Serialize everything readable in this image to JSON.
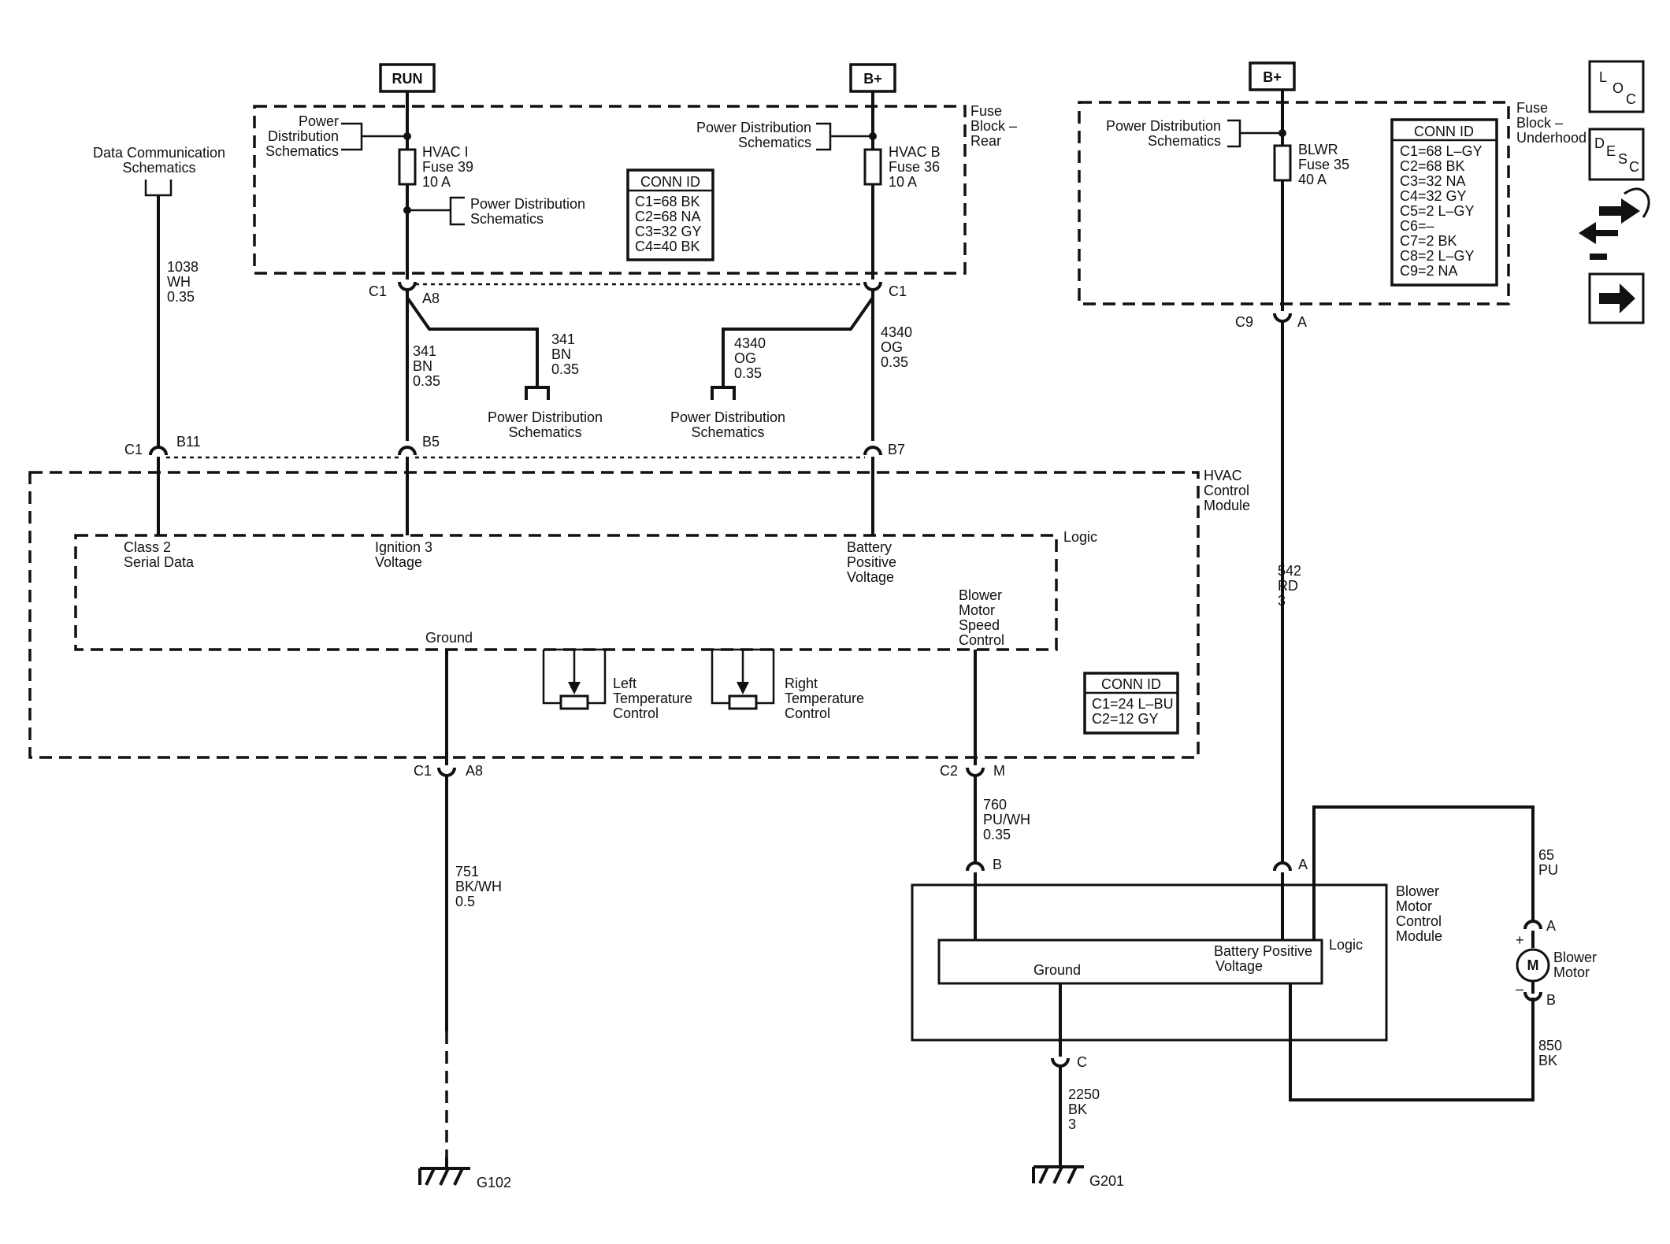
{
  "sources": {
    "run": "RUN",
    "bplus_rear": "B+",
    "bplus_underhood": "B+"
  },
  "fuse_block_rear": {
    "title_lines": [
      "Fuse",
      "Block –",
      "Rear"
    ],
    "pd_label_left": [
      "Power",
      "Distribution",
      "Schematics"
    ],
    "pd_label_mid": [
      "Power Distribution",
      "Schematics"
    ],
    "pd_label_right": [
      "Power Distribution",
      "Schematics"
    ],
    "fuse_left": [
      "HVAC I",
      "Fuse 39",
      "10 A"
    ],
    "fuse_right": [
      "HVAC B",
      "Fuse 36",
      "10 A"
    ],
    "conn_id": {
      "title": "CONN ID",
      "entries": [
        "C1=68 BK",
        "C2=68 NA",
        "C3=32 GY",
        "C4=40 BK"
      ]
    }
  },
  "fuse_block_underhood": {
    "title_lines": [
      "Fuse",
      "Block –",
      "Underhood"
    ],
    "pd_label": [
      "Power Distribution",
      "Schematics"
    ],
    "fuse": [
      "BLWR",
      "Fuse 35",
      "40 A"
    ],
    "conn_id": {
      "title": "CONN ID",
      "entries": [
        "C1=68 L–GY",
        "C2=68 BK",
        "C3=32 NA",
        "C4=32 GY",
        "C5=2 L–GY",
        "C6=–",
        "C7=2 BK",
        "C8=2 L–GY",
        "C9=2 NA"
      ]
    }
  },
  "data_comm": {
    "label": [
      "Data Communication",
      "Schematics"
    ],
    "wire": [
      "1038",
      "WH",
      "0.35"
    ]
  },
  "wires": {
    "w341_main": [
      "341",
      "BN",
      "0.35"
    ],
    "w341_branch": [
      "341",
      "BN",
      "0.35"
    ],
    "w4340_main": [
      "4340",
      "OG",
      "0.35"
    ],
    "w4340_branch": [
      "4340",
      "OG",
      "0.35"
    ],
    "w542": [
      "542",
      "RD",
      "3"
    ],
    "w751": [
      "751",
      "BK/WH",
      "0.5"
    ],
    "w760": [
      "760",
      "PU/WH",
      "0.35"
    ],
    "w65": [
      "65",
      "PU"
    ],
    "w850": [
      "850",
      "BK"
    ],
    "w2250": [
      "2250",
      "BK",
      "3"
    ]
  },
  "branch_labels": {
    "pd_341": [
      "Power Distribution",
      "Schematics"
    ],
    "pd_4340": [
      "Power Distribution",
      "Schematics"
    ]
  },
  "connectors": {
    "c1_a8_top": {
      "conn": "C1",
      "pin": "A8"
    },
    "c1_right_top": {
      "conn": "C1"
    },
    "c9_a": {
      "conn": "C9",
      "pin": "A"
    },
    "c1_b11": {
      "conn": "C1",
      "pin": "B11"
    },
    "b5": {
      "pin": "B5"
    },
    "b7": {
      "pin": "B7"
    },
    "c1_a8_bottom": {
      "conn": "C1",
      "pin": "A8"
    },
    "c2_m": {
      "conn": "C2",
      "pin": "M"
    },
    "bmcm_b": {
      "pin": "B"
    },
    "bmcm_a": {
      "pin": "A"
    },
    "bmcm_c": {
      "pin": "C"
    },
    "motor_a": {
      "pin": "A",
      "polarity": "+"
    },
    "motor_b": {
      "pin": "B",
      "polarity": "–"
    }
  },
  "hvac_module": {
    "title_lines": [
      "HVAC",
      "Control",
      "Module"
    ],
    "logic_label": "Logic",
    "class2": [
      "Class 2",
      "Serial Data"
    ],
    "ignition3": [
      "Ignition 3",
      "Voltage"
    ],
    "battery_positive": [
      "Battery",
      "Positive",
      "Voltage"
    ],
    "blower_speed": [
      "Blower",
      "Motor",
      "Speed",
      "Control"
    ],
    "ground": "Ground",
    "left_temp": [
      "Left",
      "Temperature",
      "Control"
    ],
    "right_temp": [
      "Right",
      "Temperature",
      "Control"
    ],
    "conn_id": {
      "title": "CONN ID",
      "entries": [
        "C1=24 L–BU",
        "C2=12 GY"
      ]
    }
  },
  "blower_module": {
    "title_lines": [
      "Blower",
      "Motor",
      "Control",
      "Module"
    ],
    "logic_label": "Logic",
    "ground": "Ground",
    "battery_positive": [
      "Battery Positive",
      "Voltage"
    ]
  },
  "blower_motor": {
    "symbol": "M",
    "label": [
      "Blower",
      "Motor"
    ]
  },
  "grounds": {
    "g102": "G102",
    "g201": "G201"
  },
  "nav_icons": {
    "loc": [
      "L",
      "O",
      "C"
    ],
    "desc": [
      "D",
      "E",
      "S",
      "C"
    ],
    "icon_names": [
      "location-icon",
      "description-icon",
      "connector-end-view-icon",
      "next-page-arrow-icon"
    ]
  }
}
